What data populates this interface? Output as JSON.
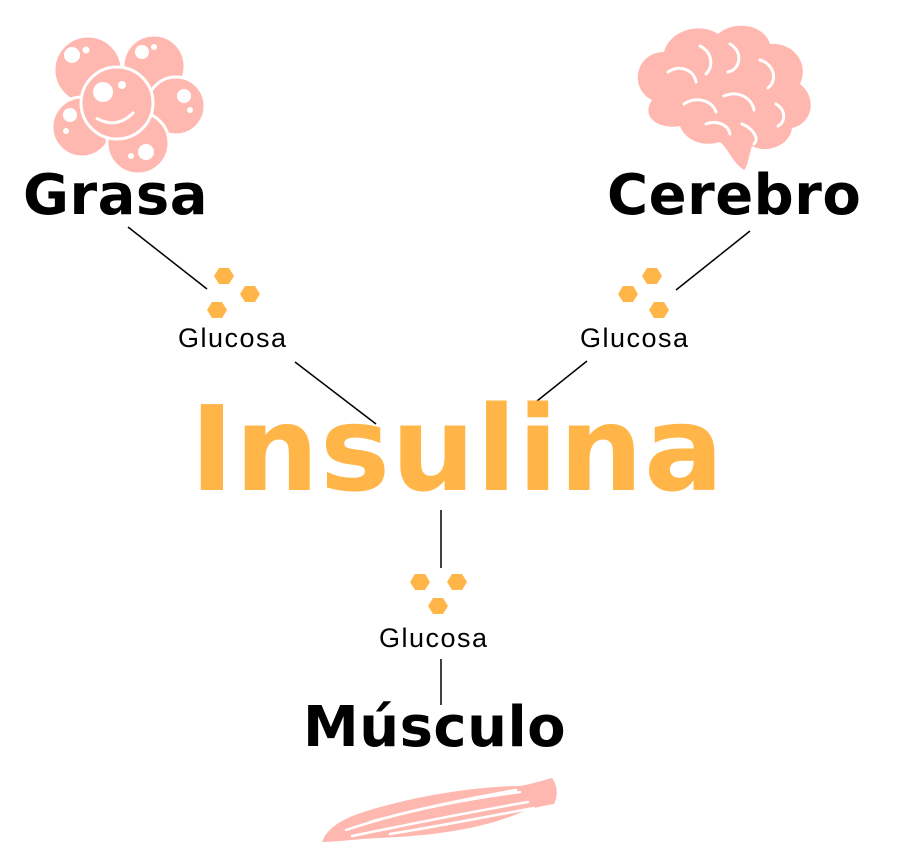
{
  "center": {
    "label": "Insulina",
    "color": "#FFB547"
  },
  "organs": {
    "fat": {
      "label": "Grasa",
      "icon": "fat-cells-icon"
    },
    "brain": {
      "label": "Cerebro",
      "icon": "brain-icon"
    },
    "muscle": {
      "label": "Músculo",
      "icon": "muscle-icon"
    }
  },
  "links": {
    "fat": {
      "label": "Glucosa",
      "icon": "glucose-molecule-icon"
    },
    "brain": {
      "label": "Glucosa",
      "icon": "glucose-molecule-icon"
    },
    "muscle": {
      "label": "Glucosa",
      "icon": "glucose-molecule-icon"
    }
  },
  "colors": {
    "organ_icon": "#FFB8B0",
    "glucose": "#FFB547",
    "connector": "#000000"
  }
}
